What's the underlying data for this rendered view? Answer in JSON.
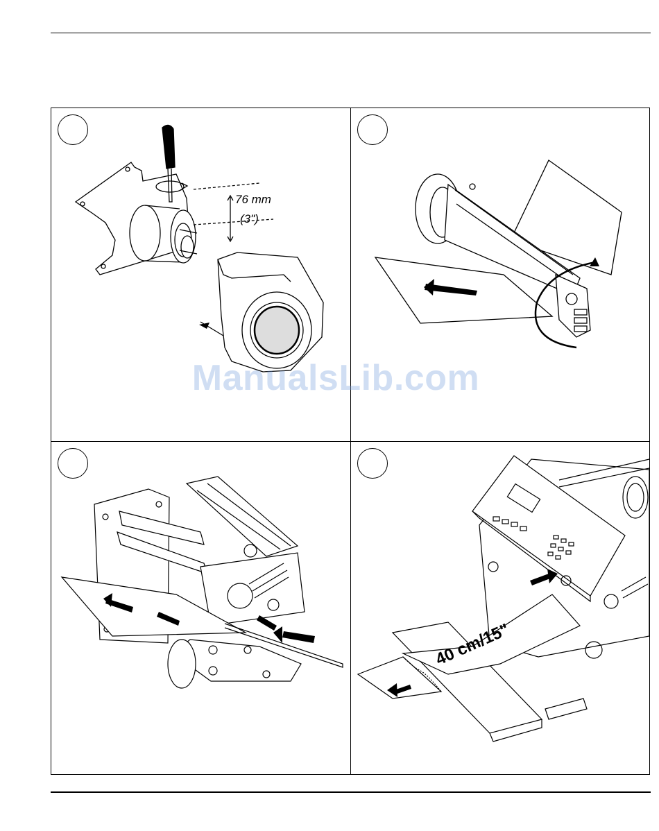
{
  "panels": [
    {
      "id": "1",
      "dimension_value": "76 mm",
      "dimension_imperial": "(3\")"
    },
    {
      "id": "2"
    },
    {
      "id": "3"
    },
    {
      "id": "4",
      "label_length": "40 cm/15\""
    }
  ],
  "watermark": "ManualsLib.com"
}
